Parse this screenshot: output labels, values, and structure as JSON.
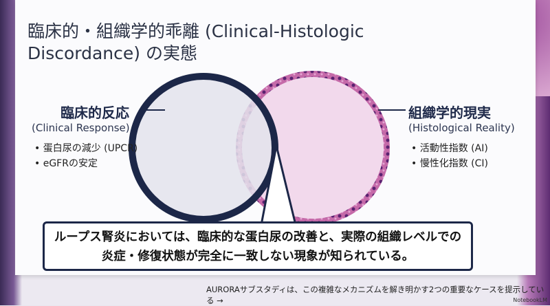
{
  "title_line1": "臨床的・組織学的乖離 (Clinical-Histologic",
  "title_line2": "Discordance) の実態",
  "left": {
    "heading": "臨床的反応",
    "subtitle": "(Clinical Response)",
    "bullets": [
      "• 蛋白尿の減少 (UPCR)",
      "• eGFRの安定"
    ]
  },
  "right": {
    "heading": "組織学的現実",
    "subtitle": "(Histological Reality)",
    "bullets": [
      "• 活動性指数 (AI)",
      "• 慢性化指数 (CI)"
    ]
  },
  "callout": {
    "line1": "ループス腎炎においては、臨床的な蛋白尿の改善と、実際の組織レベルでの",
    "line2": "炎症・修復状態が完全に一致しない現象が知られている。"
  },
  "footer": "AURORAサブスタディは、この複雑なメカニズムを解き明かす2つの重要なケースを提示している",
  "footer_arrow": "→",
  "watermark": "NotebookLM",
  "colors": {
    "navy": "#1c2748",
    "magenta": "#b03a8c",
    "pink": "#f0d3e8"
  }
}
